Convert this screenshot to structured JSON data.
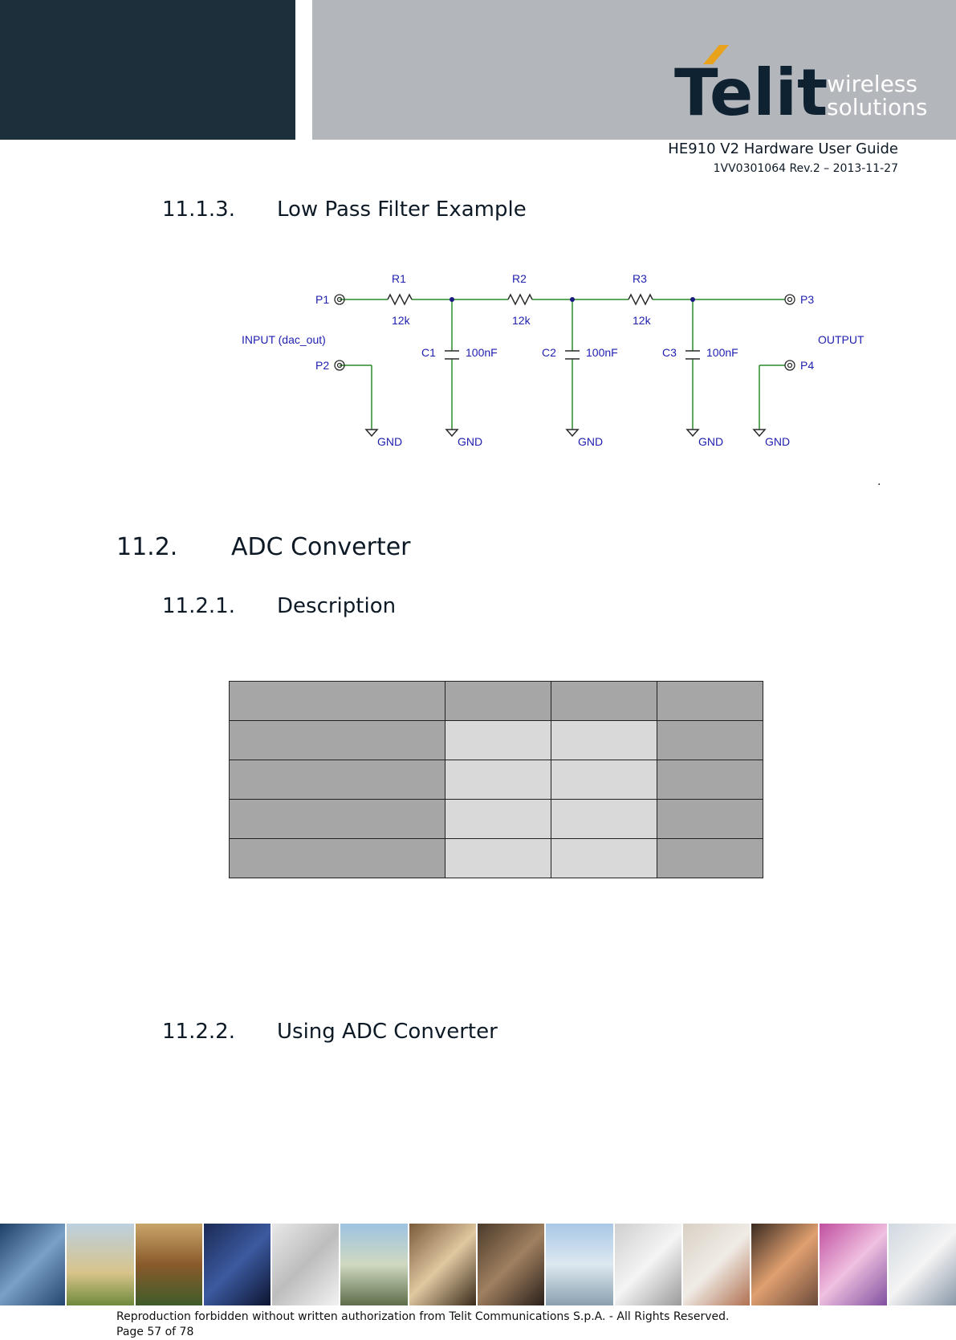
{
  "header": {
    "brand_main": "Telit",
    "brand_sub_1": "wireless",
    "brand_sub_2": "solutions",
    "doc_title": "HE910 V2 Hardware User Guide",
    "doc_rev": "1VV0301064 Rev.2 – 2013-11-27"
  },
  "sections": {
    "s1113_num": "11.1.3.",
    "s1113_title": "Low Pass Filter Example",
    "s112_num": "11.2.",
    "s112_title": "ADC Converter",
    "s1121_num": "11.2.1.",
    "s1121_title": "Description",
    "s1122_num": "11.2.2.",
    "s1122_title": "Using ADC Converter"
  },
  "schematic": {
    "r1": "R1",
    "r2": "R2",
    "r3": "R3",
    "r1_val": "12k",
    "r2_val": "12k",
    "r3_val": "12k",
    "c1": "C1",
    "c2": "C2",
    "c3": "C3",
    "c1_val": "100nF",
    "c2_val": "100nF",
    "c3_val": "100nF",
    "p1": "P1",
    "p2": "P2",
    "p3": "P3",
    "p4": "P4",
    "input_label": "INPUT (dac_out)",
    "output_label": "OUTPUT",
    "gnd": "GND"
  },
  "stray_dot": ".",
  "footer": {
    "copyright": "Reproduction forbidden without written authorization from Telit Communications S.p.A. - All Rights Reserved.",
    "page": "Page 57 of 78"
  },
  "colors": {
    "header_dark": "#1e2f3c",
    "header_gray": "#b3b6bb",
    "table_dark": "#a6a6a6",
    "table_light": "#d9d9d9",
    "wire": "#2a8a2a",
    "label": "#2020b0"
  }
}
